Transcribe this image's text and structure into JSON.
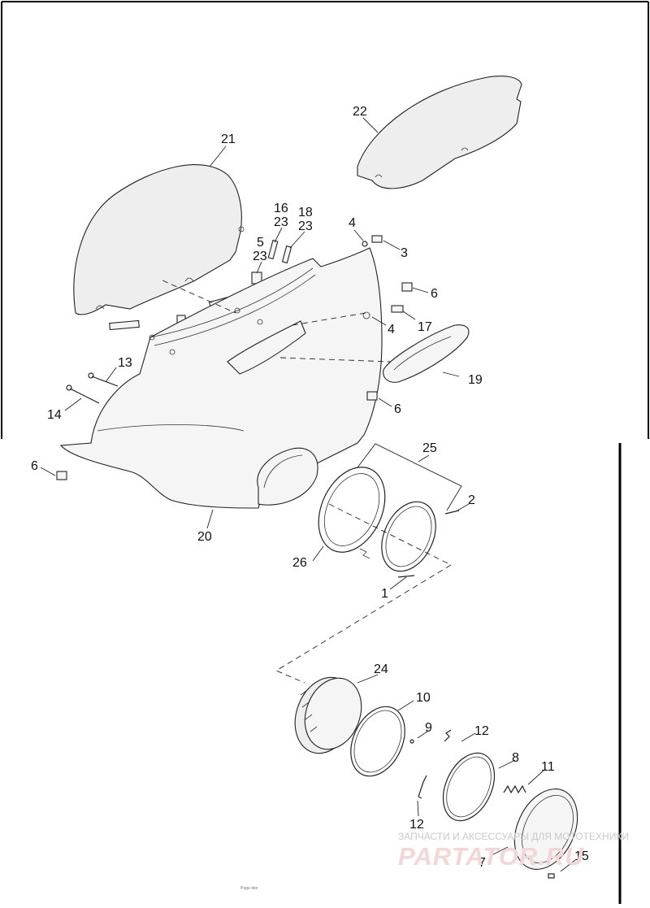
{
  "diagram": {
    "callouts": {
      "c1": "1",
      "c2": "2",
      "c3": "3",
      "c4a": "4",
      "c4b": "4",
      "c5": "5",
      "c6a": "6",
      "c6b": "6",
      "c6c": "6",
      "c7": "7",
      "c8": "8",
      "c9": "9",
      "c10": "10",
      "c11": "11",
      "c12a": "12",
      "c12b": "12",
      "c13": "13",
      "c14": "14",
      "c15": "15",
      "c16": "16",
      "c17": "17",
      "c18": "18",
      "c19": "19",
      "c20": "20",
      "c21": "21",
      "c22": "22",
      "c23a": "23",
      "c23b": "23",
      "c23c": "23",
      "c24": "24",
      "c25": "25",
      "c26": "26"
    },
    "watermark": {
      "caption": "ЗАПЧАСТИ И АКСЕССУАРЫ ДЛЯ МОТОТЕХНИКИ",
      "brand": "PARTATOR.RU"
    },
    "footer": "Page des"
  }
}
